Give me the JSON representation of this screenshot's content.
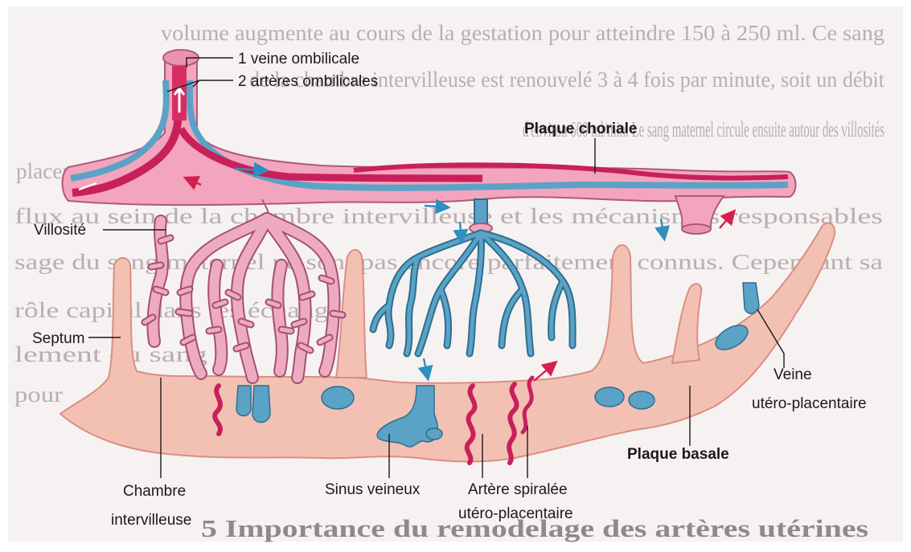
{
  "colors": {
    "page": "#f7f4f3",
    "tissue": "#f3c3b6",
    "tissue_edge": "#d98f83",
    "villi_pink": "#eeabc0",
    "villi_edge": "#a64f75",
    "artery_red": "#c8205a",
    "vein_blue": "#5aa3c6",
    "vein_blue_edge": "#2c6f8f",
    "plate_pink": "#f2a5bd",
    "text": "#1a1a1a"
  },
  "background_text": {
    "lines": [
      "volume augmente au cours de la gestation pour atteindre 150 à 250 ml. Ce sang",
      "de la chambre intervilleuse est renouvelé 3 à 4 fois par minute, soit un débit",
      "d'environ 600 ml/min. Le sang maternel circule ensuite autour des villosités",
      "placentaires",
      "flux au sein de la chambre intervilleuse et les mécanismes responsables",
      "sage du sang maternel ne sont pas encore parfaitement connus. Cependant sa",
      "rôle capital dans les échanges",
      "lement du sang",
      "pour"
    ],
    "heading": "5   Importance du remodelage des artères utérines"
  },
  "labels": {
    "veine_ombilicale": "1 veine ombilicale",
    "arteres_ombilicales": "2 artères ombilicales",
    "plaque_choriale": "Plaque choriale",
    "villosite": "Villosité",
    "septum": "Septum",
    "veine_utero_line1": "Veine",
    "veine_utero_line2": "utéro-placentaire",
    "plaque_basale": "Plaque basale",
    "chambre_line1": "Chambre",
    "chambre_line2": "intervilleuse",
    "sinus_veineux": "Sinus veineux",
    "artere_spiralee_line1": "Artère spiralée",
    "artere_spiralee_line2": "utéro-placentaire"
  }
}
